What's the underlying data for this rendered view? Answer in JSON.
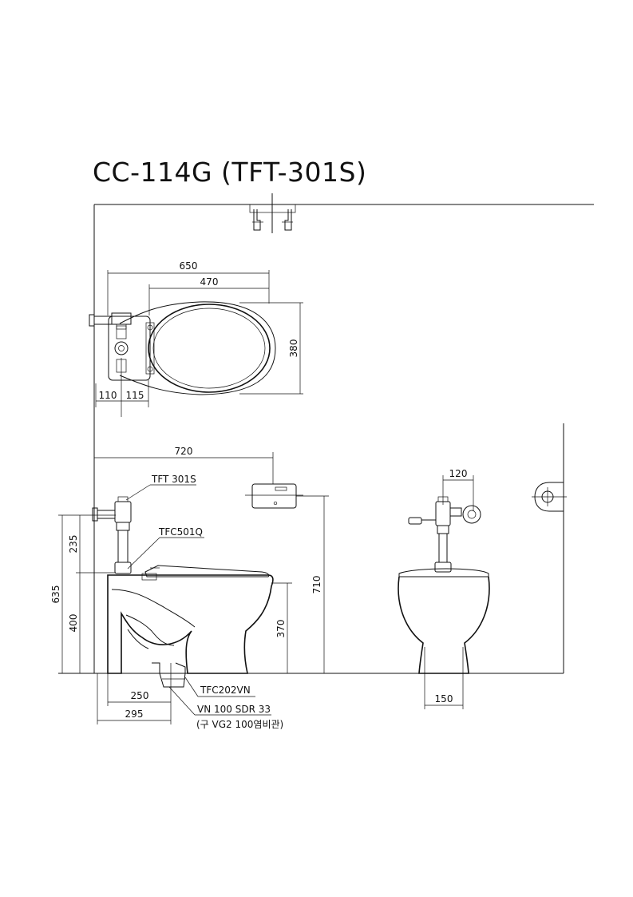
{
  "title": "CC-114G (TFT-301S)",
  "top_view": {
    "dim_overall_depth": "650",
    "dim_seat_depth": "470",
    "dim_width": "380",
    "dim_pipe_offset": "110",
    "dim_valve_offset": "115"
  },
  "side_view": {
    "dim_wall_to_front": "720",
    "dim_total_height": "635",
    "dim_valve_height": "235",
    "dim_rim_height": "400",
    "dim_bowl_height": "370",
    "dim_paper_holder_height": "710",
    "dim_drain_center": "250",
    "dim_drain_to_wall": "295",
    "label_flush_valve": "TFT 301S",
    "label_pipe": "TFC501Q",
    "label_drain_fitting": "TFC202VN",
    "label_drain_pipe": "VN 100 SDR 33",
    "label_drain_pipe_note": "(구 VG2 100염비관)"
  },
  "front_view": {
    "dim_valve_offset": "120",
    "dim_base_width": "150"
  }
}
